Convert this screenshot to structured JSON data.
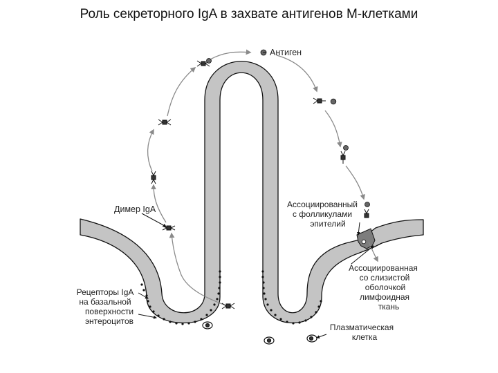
{
  "title": "Роль секреторного IgA в захвате антигенов М-клетками",
  "labels": {
    "antigen": "Антиген",
    "iga_dimer": "Димер IgA",
    "fae_1": "Ассоциированный",
    "fae_2": "с фолликулами",
    "fae_3": "эпителий",
    "receptors_1": "Рецепторы IgA",
    "receptors_2": "на базальной",
    "receptors_3": "поверхности",
    "receptors_4": "энтероцитов",
    "malt_1": "Ассоциированная",
    "malt_2": "со слизистой",
    "malt_3": "оболочкой",
    "malt_4": "лимфоидная",
    "malt_5": "ткань",
    "plasma_1": "Плазматическая",
    "plasma_2": "клетка"
  },
  "colors": {
    "tissue_fill": "#c4c4c4",
    "outline": "#111111",
    "arrow": "#8a8a8a",
    "m_cell": "#7d7d7d"
  }
}
